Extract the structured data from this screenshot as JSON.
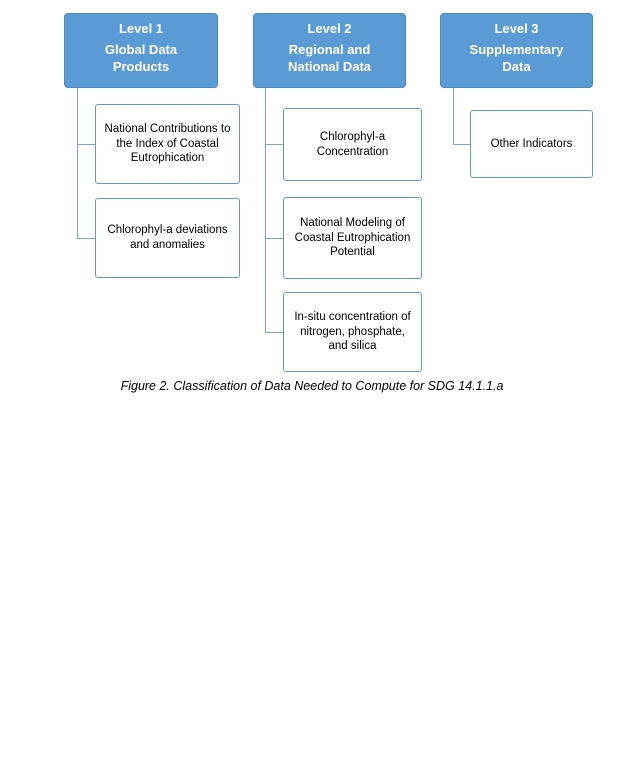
{
  "diagram": {
    "columns": [
      {
        "header_title": "Level 1",
        "header_subtitle": "Global Data Products",
        "children": [
          "National Contributions to the Index of Coastal Eutrophication",
          "Chlorophyl-a deviations and anomalies"
        ]
      },
      {
        "header_title": "Level 2",
        "header_subtitle": "Regional and National Data",
        "children": [
          "Chlorophyl-a Concentration",
          "National Modeling of Coastal Eutrophication Potential",
          "In-situ concentration of nitrogen, phosphate, and silica"
        ]
      },
      {
        "header_title": "Level 3",
        "header_subtitle": "Supplementary Data",
        "children": [
          "Other Indicators"
        ]
      }
    ],
    "caption": "Figure 2. Classification of Data Needed to Compute for SDG 14.1.1.a",
    "colors": {
      "header_fill": "#5B9BD5",
      "header_border": "#4A89C4",
      "header_text": "#FFFFFF",
      "child_fill": "#FFFFFF",
      "child_border": "#5B9BD5",
      "child_text": "#000000",
      "connector": "#7BA7CF",
      "background": "#FFFFFF"
    }
  }
}
